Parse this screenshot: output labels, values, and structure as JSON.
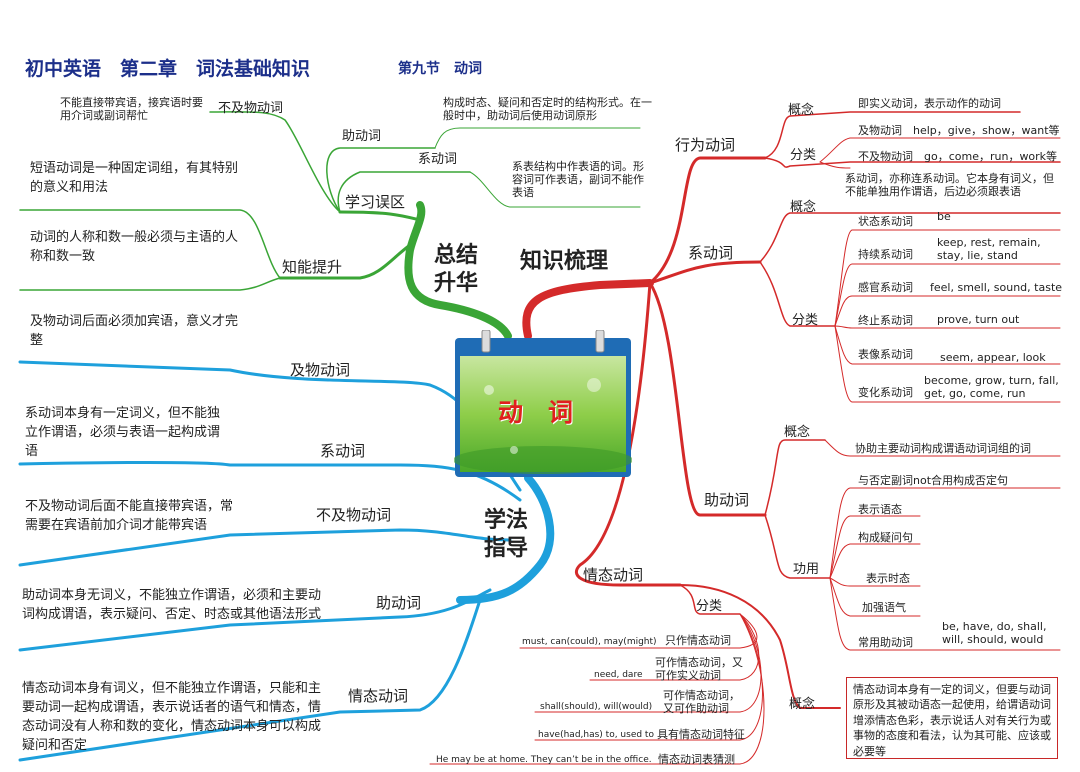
{
  "header": {
    "title": "初中英语　第二章　词法基础知识",
    "section": "第九节　动词"
  },
  "center": {
    "title": "动　词"
  },
  "colors": {
    "red": "#d42a2a",
    "green": "#3aa536",
    "blue": "#1ea0dc",
    "title_blue": "#1c2f8a"
  },
  "main_branches": {
    "zhishi": "知识梳理",
    "zongjie": "总结\n升华",
    "xuefa": "学法\n指导"
  },
  "zhishi": {
    "xingwei": {
      "label": "行为动词",
      "gainian": "概念",
      "gainian_text": "即实义动词，表示动作的动词",
      "fenlei": "分类",
      "jiwu": "及物动词　help，give，show，want等",
      "bujiwu": "不及物动词　go，come，run，work等"
    },
    "xidongci": {
      "label": "系动词",
      "gainian": "概念",
      "gainian_text": "系动词，亦称连系动词。它本身有词义，但不能单独用作谓语，后边必须跟表语",
      "fenlei": "分类",
      "items": [
        {
          "name": "状态系动词",
          "words": "be"
        },
        {
          "name": "持续系动词",
          "words": "keep, rest, remain, stay, lie, stand"
        },
        {
          "name": "感官系动词",
          "words": "feel, smell, sound, taste"
        },
        {
          "name": "终止系动词",
          "words": "prove, turn out"
        },
        {
          "name": "表像系动词",
          "words": "seem, appear, look"
        },
        {
          "name": "变化系动词",
          "words": "become, grow, turn, fall, get, go, come, run"
        }
      ]
    },
    "zhudongci": {
      "label": "助动词",
      "gainian": "概念",
      "gainian_text": "协助主要动词构成谓语动词词组的词",
      "gongyong": "功用",
      "items": [
        "与否定副词not合用构成否定句",
        "表示语态",
        "构成疑问句",
        "表示时态",
        "加强语气",
        "常用助动词"
      ],
      "changyong_words": "be, have, do, shall, will, should, would"
    },
    "qingtai": {
      "label": "情态动词",
      "fenlei": "分类",
      "gainian": "概念",
      "gainian_text": "情态动词本身有一定的词义，但要与动词原形及其被动语态一起使用，给谓语动词增添情态色彩，表示说话人对有关行为或事物的态度和看法，认为其可能、应该或必要等",
      "items": [
        {
          "cat": "只作情态动词",
          "ex": "must, can(could), may(might)"
        },
        {
          "cat": "可作情态动词，又可作实义动词",
          "ex": "need, dare"
        },
        {
          "cat": "可作情态动词，又可作助动词",
          "ex": "shall(should), will(would)"
        },
        {
          "cat": "具有情态动词特征",
          "ex": "have(had,has) to, used to"
        },
        {
          "cat": "情态动词表猜测",
          "ex": "He may be at home. They can’t be in the office."
        }
      ]
    }
  },
  "zongjie": {
    "xuexi": {
      "label": "学习误区",
      "budongwu": {
        "label": "不及物动词",
        "text": "不能直接带宾语，接宾语时要用介词或副词帮忙"
      },
      "zhudongci": {
        "label": "助动词",
        "text": "构成时态、疑问和否定时的结构形式。在一般时中，助动词后使用动词原形"
      },
      "xidongci": {
        "label": "系动词",
        "text": "系表结构中作表语的词。形容词可作表语，副词不能作表语"
      }
    },
    "zhineng": {
      "label": "知能提升",
      "text1": "短语动词是一种固定词组，有其特别的意义和用法",
      "text2": "动词的人称和数一般必须与主语的人称和数一致"
    }
  },
  "xuefa": {
    "items": [
      {
        "label": "及物动词",
        "text": "及物动词后面必须加宾语，意义才完整"
      },
      {
        "label": "系动词",
        "text": "系动词本身有一定词义，但不能独立作谓语，必须与表语一起构成谓语"
      },
      {
        "label": "不及物动词",
        "text": "不及物动词后面不能直接带宾语，常需要在宾语前加介词才能带宾语"
      },
      {
        "label": "助动词",
        "text": "助动词本身无词义，不能独立作谓语，必须和主要动词构成谓语，表示疑问、否定、时态或其他语法形式"
      },
      {
        "label": "情态动词",
        "text": "情态动词本身有词义，但不能独立作谓语，只能和主要动词一起构成谓语，表示说话者的语气和情态，情态动词没有人称和数的变化，情态动词本身可以构成疑问和否定"
      }
    ]
  }
}
